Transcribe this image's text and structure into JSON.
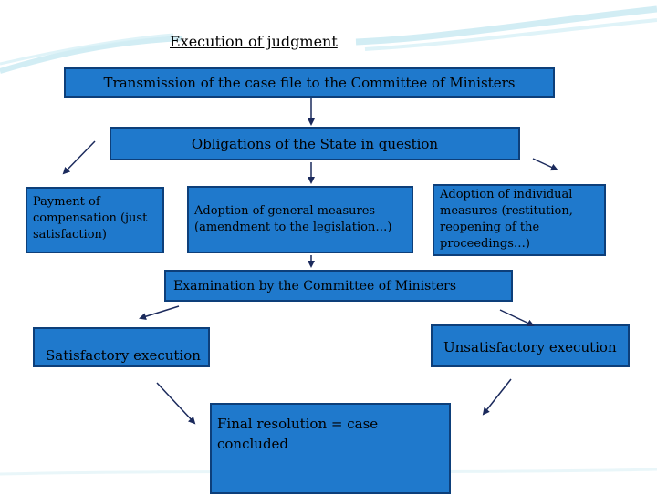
{
  "title": "Execution of judgment",
  "boxes": {
    "transmission": "Transmission of the case file to the Committee of Ministers",
    "obligations": "Obligations of the State in question",
    "payment": "Payment of compensation (just satisfaction)",
    "general": "Adoption of general measures (amendment to the legislation…)",
    "individual": "Adoption of individual measures (restitution, reopening of the proceedings…)",
    "examination": "Examination by the Committee of Ministers",
    "satisfactory": "Satisfactory execution",
    "unsatisfactory": "Unsatisfactory execution",
    "final": "Final resolution = case concluded"
  },
  "colors": {
    "box_fill": "#1f79cc",
    "box_border": "#0d3f7a",
    "arrow": "#1b2a5c",
    "deco": "#bfe6f0"
  }
}
